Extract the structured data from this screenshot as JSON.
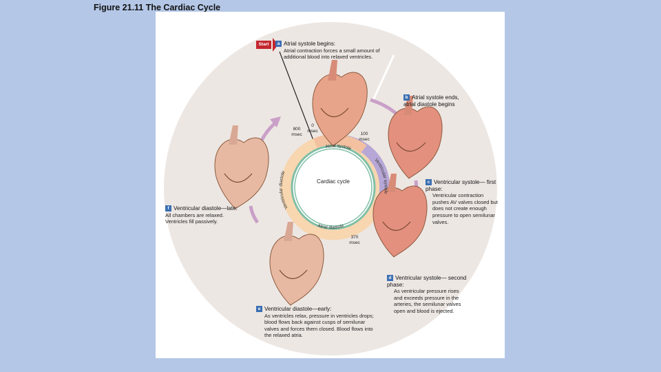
{
  "figure_title": "Figure 21.11  The Cardiac Cycle",
  "start_label": "Start",
  "steps": [
    {
      "letter": "a",
      "heading": "Atrial systole begins:",
      "body": "Atrial contraction forces a small amount of additional blood into relaxed ventricles."
    },
    {
      "letter": "b",
      "heading": "Atrial systole ends, atrial diastole begins",
      "body": ""
    },
    {
      "letter": "c",
      "heading": "Ventricular systole— first phase:",
      "body": "Ventricular contraction pushes AV valves closed but does not create enough pressure to open semilunar valves."
    },
    {
      "letter": "d",
      "heading": "Ventricular systole— second phase:",
      "body": "As ventricular pressure rises and exceeds pressure in the arteries, the semilunar valves open and blood is ejected."
    },
    {
      "letter": "e",
      "heading": "Ventricular diastole—early:",
      "body": "As ventricles relax, pressure in ventricles drops; blood flows back against cusps of semilunar valves and forces them closed. Blood flows into the relaxed atria."
    },
    {
      "letter": "f",
      "heading": "Ventricular diastole—late:",
      "body": "All chambers are relaxed. Ventricles fill passively."
    }
  ],
  "timeline": {
    "center_label": "Cardiac cycle",
    "marks": [
      "0 msec",
      "100 msec",
      "370 msec",
      "800 msec"
    ],
    "arcs": [
      "Atrial systole",
      "Ventricular systole",
      "Atrial diastole",
      "Ventricular diastole"
    ]
  },
  "colors": {
    "background": "#b4c7e7",
    "disc": "#ede7e3",
    "ring_inner": "#7fbfa6",
    "ring_systole": "#b6a7d6",
    "ring_diastole": "#f7d6b0",
    "arrow": "#c9a0c8",
    "badge": "#3b6fb3",
    "start": "#c4262e"
  }
}
